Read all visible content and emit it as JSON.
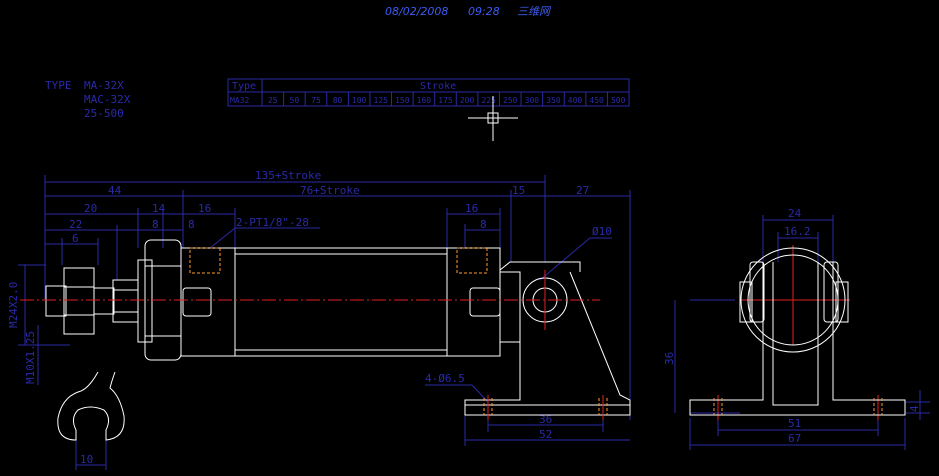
{
  "header": {
    "date": "08/02/2008",
    "time": "09:28",
    "site": "三维网"
  },
  "type_block": {
    "label": "TYPE",
    "lines": [
      "MA-32X",
      "MAC-32X",
      "25-500"
    ]
  },
  "stroke_table": {
    "type_header": "Type",
    "stroke_header": "Stroke",
    "model": "MA32",
    "strokes": [
      "25",
      "50",
      "75",
      "80",
      "100",
      "125",
      "150",
      "160",
      "175",
      "200",
      "225",
      "250",
      "300",
      "350",
      "400",
      "450",
      "500"
    ]
  },
  "dimensions": {
    "overall": "135+Stroke",
    "d44": "44",
    "body": "76+Stroke",
    "d15": "15",
    "d27": "27",
    "d20": "20",
    "d14": "14",
    "d16_left": "16",
    "d22": "22",
    "d8_left": "8",
    "d8_mid": "8",
    "d6": "6",
    "port": "2-PT1/8\"-28",
    "d16_right": "16",
    "d8_right": "8",
    "pin": "Ø10",
    "thread_rod": "M24X2.0",
    "thread_nut": "M10X1.25",
    "holes": "4-Ø6.5",
    "d36": "36",
    "d52": "52",
    "wrench": "10",
    "d24": "24",
    "d16_2": "16.2",
    "d36_side": "36",
    "d51": "51",
    "d67": "67",
    "d4": "4"
  }
}
